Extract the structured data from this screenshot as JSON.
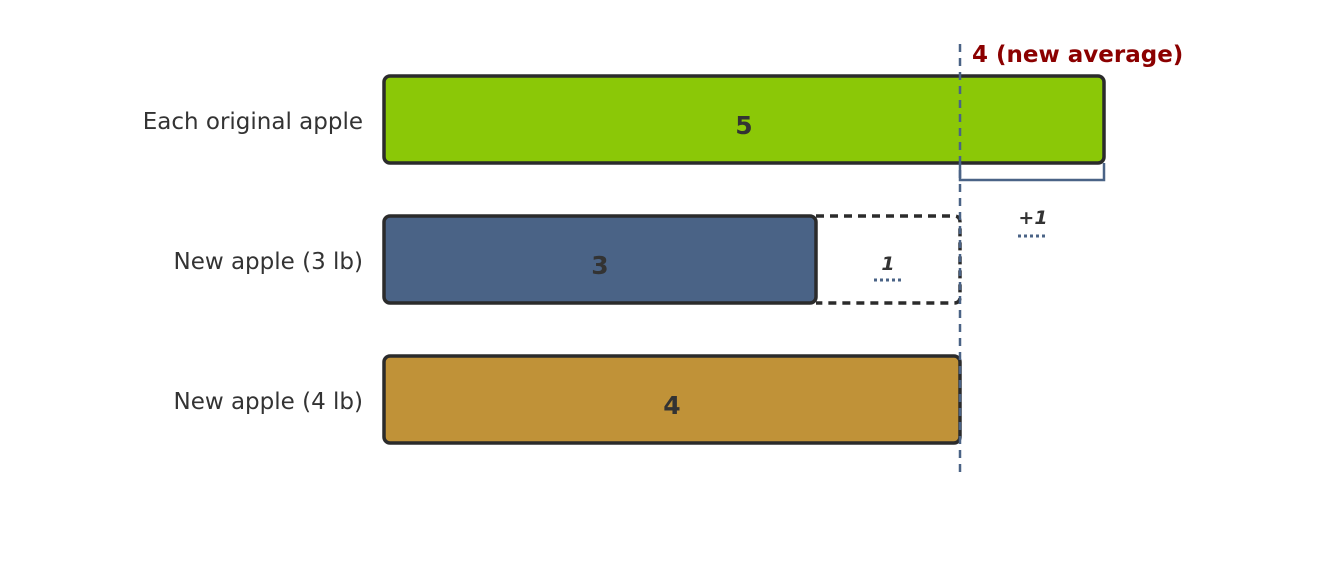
{
  "rows": [
    {
      "label": "Each original apple",
      "value": 5,
      "value_text": "5",
      "color": "#8BC807"
    },
    {
      "label": "New apple (3 lb)",
      "value": 3,
      "value_text": "3",
      "color": "#4A6386"
    },
    {
      "label": "New apple (4 lb)",
      "value": 4,
      "value_text": "4",
      "color": "#C09238"
    }
  ],
  "average": {
    "value": 4,
    "label": "4 (new average)",
    "color": "#8B0000"
  },
  "excess": {
    "label": "+1",
    "bracket_color": "#4A6386"
  },
  "shortfall": {
    "label": "1"
  },
  "colors": {
    "border": "#2B2B2B",
    "text": "#333333",
    "guide": "#4A6386"
  }
}
